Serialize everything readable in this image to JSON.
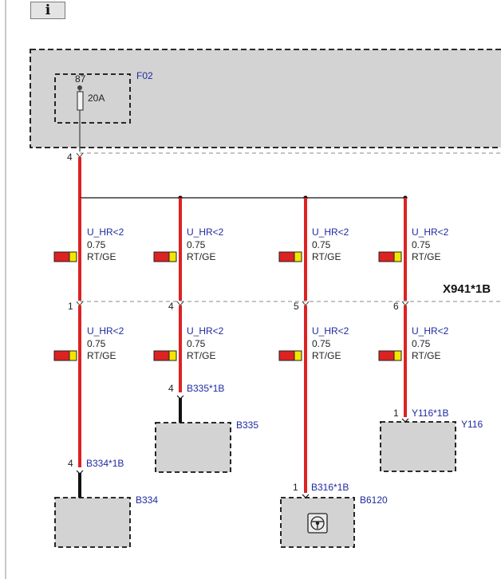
{
  "toolbar": {
    "info_icon": "info-icon",
    "info_glyph": "i"
  },
  "fuse": {
    "component": "F02",
    "terminal": "87",
    "rating": "20A",
    "pin": "4"
  },
  "connector": {
    "name": "X941*1B"
  },
  "wire": {
    "signal": "U_HR<2",
    "gauge": "0.75",
    "color_code": "RT/GE",
    "colors": [
      "#dd2222",
      "#f2e600"
    ]
  },
  "branches": [
    {
      "top_pin": "1",
      "end_pin": "4",
      "end_connector": "B334*1B",
      "component": "B334"
    },
    {
      "top_pin": "4",
      "end_pin": "4",
      "end_connector": "B335*1B",
      "component": "B335"
    },
    {
      "top_pin": "5",
      "end_pin": "1",
      "end_connector": "B316*1B",
      "component": "B6120",
      "symbol": "steering-wheel-icon"
    },
    {
      "top_pin": "6",
      "end_pin": "1",
      "end_connector": "Y116*1B",
      "component": "Y116"
    }
  ]
}
